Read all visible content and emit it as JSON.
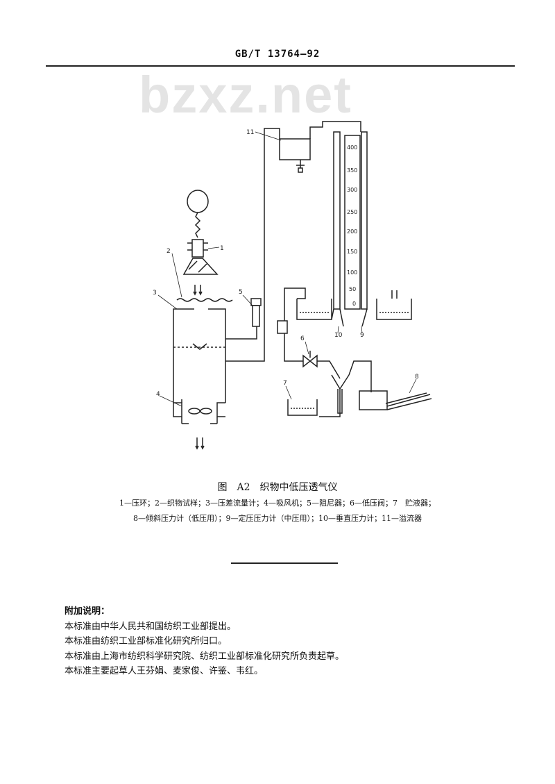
{
  "header": {
    "standard_number": "GB/T 13764—92"
  },
  "watermark": "bzxz.net",
  "figure": {
    "part_labels": [
      "1",
      "2",
      "3",
      "4",
      "5",
      "6",
      "7",
      "8",
      "9",
      "10",
      "11"
    ],
    "scale_ticks": [
      "400",
      "350",
      "300",
      "250",
      "200",
      "150",
      "100",
      "50",
      "0"
    ],
    "title": "图　A2　织物中低压透气仪",
    "legend_line1": "1—压环；2—织物试样；3—压差流量计；4—吸风机；5—阻尼器；6—低压阀；7　贮液器；",
    "legend_line2": "8—倾斜压力计（低压用）；9—定压压力计（中压用）；10—垂直压力计；11—溢流器"
  },
  "notes": {
    "title": "附加说明：",
    "lines": [
      "本标准由中华人民共和国纺织工业部提出。",
      "本标准由纺织工业部标准化研究所归口。",
      "本标准由上海市纺织科学研究院、纺织工业部标准化研究所负责起草。",
      "本标准主要起草人王芬娟、麦家俊、许鉴、韦红。"
    ]
  }
}
